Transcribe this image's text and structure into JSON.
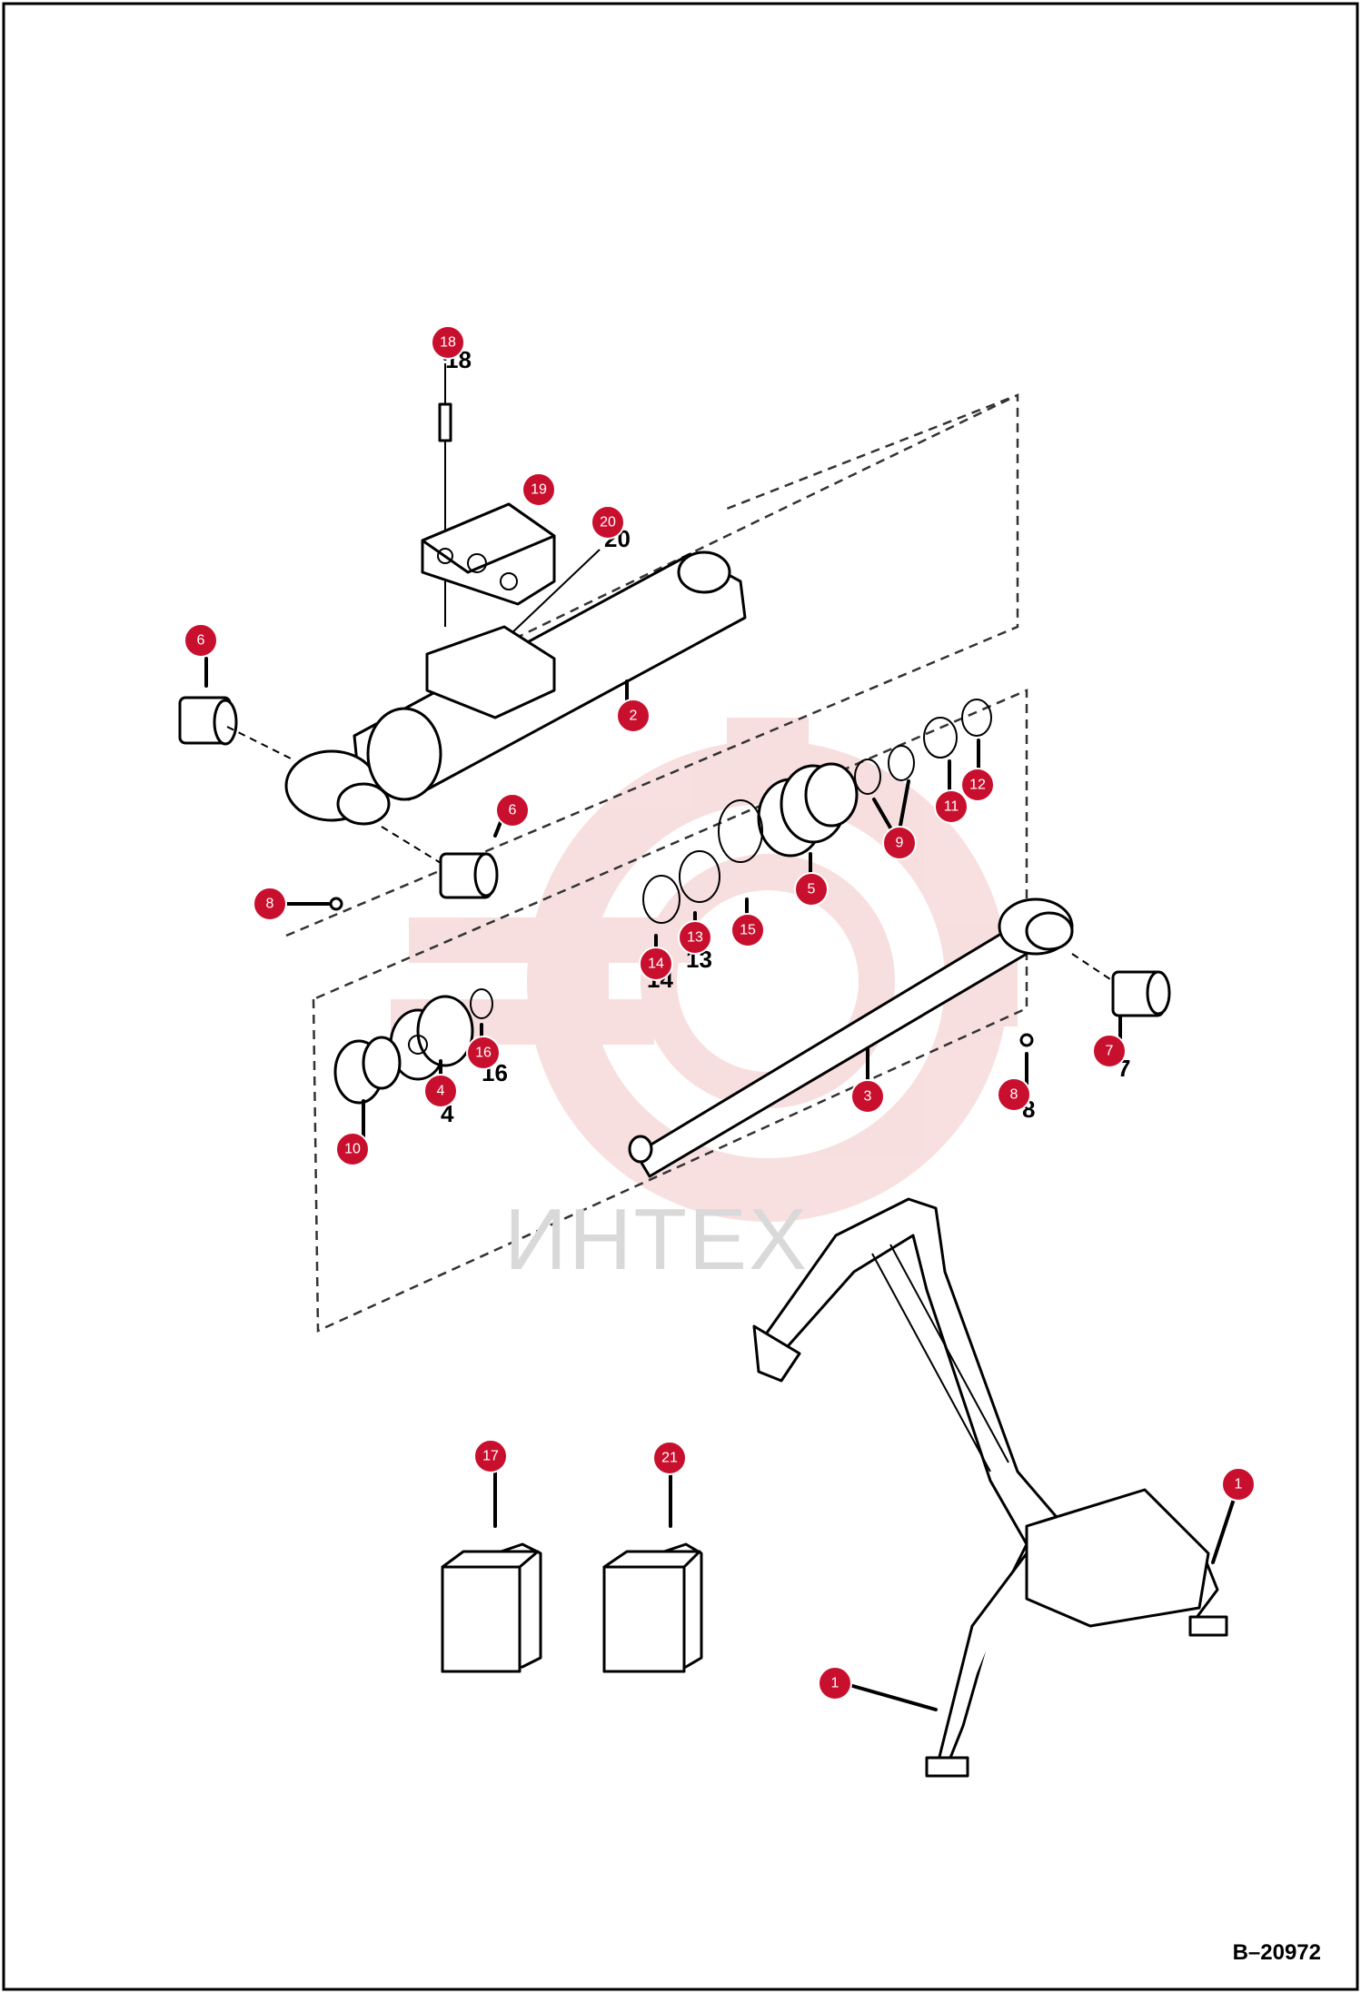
{
  "figure_code": "B–20972",
  "watermark": {
    "text": "ИНТЕХ",
    "color": "#f4c6c6"
  },
  "callout_color": "#c8102e",
  "callouts": [
    {
      "label": "18"
    },
    {
      "label": "19"
    },
    {
      "label": "20"
    },
    {
      "label": "6"
    },
    {
      "label": "2"
    },
    {
      "label": "6"
    },
    {
      "label": "8"
    },
    {
      "label": "12"
    },
    {
      "label": "11"
    },
    {
      "label": "9"
    },
    {
      "label": "5"
    },
    {
      "label": "15"
    },
    {
      "label": "13"
    },
    {
      "label": "14"
    },
    {
      "label": "16"
    },
    {
      "label": "4"
    },
    {
      "label": "10"
    },
    {
      "label": "7"
    },
    {
      "label": "3"
    },
    {
      "label": "8"
    },
    {
      "label": "17"
    },
    {
      "label": "21"
    },
    {
      "label": "1"
    },
    {
      "label": "1"
    }
  ]
}
